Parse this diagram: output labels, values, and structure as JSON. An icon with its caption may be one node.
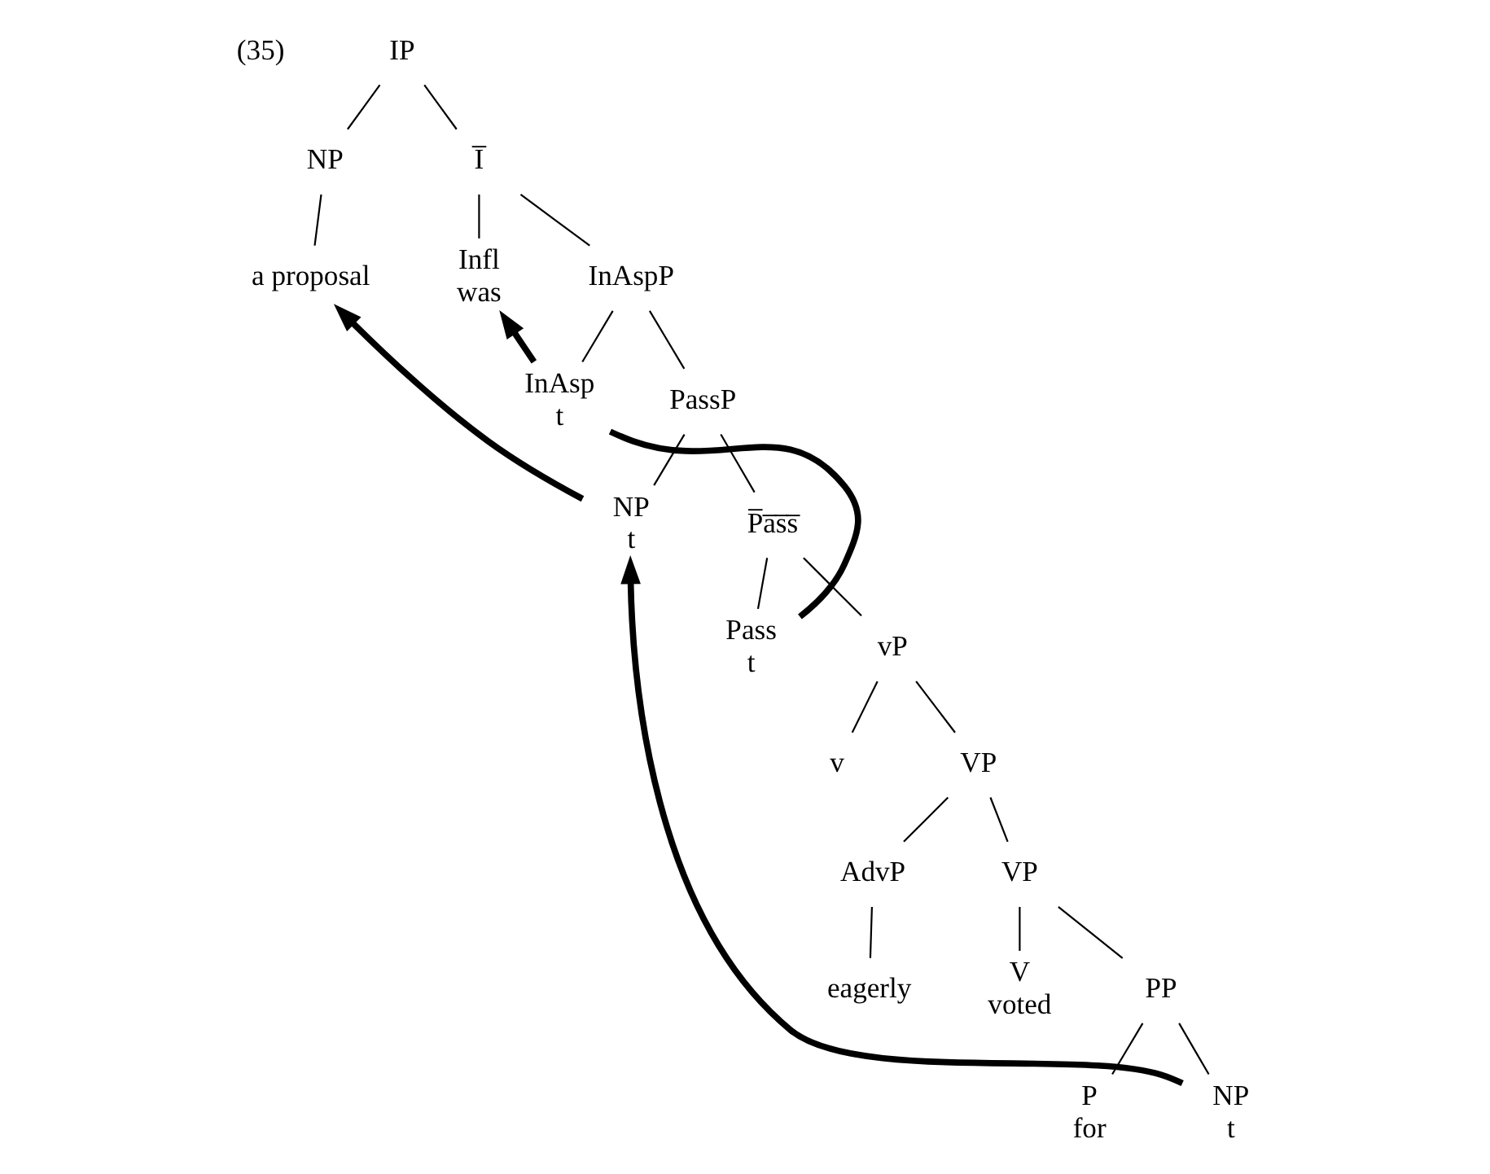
{
  "diagram": {
    "nodes": [
      {
        "text": [
          "IP"
        ]
      },
      {
        "text": [
          "NP"
        ]
      },
      {
        "text": [
          "a proposal"
        ]
      },
      {
        "text": [
          "I̅"
        ]
      },
      {
        "text": [
          "Infl",
          "was"
        ]
      },
      {
        "text": [
          "InAspP"
        ]
      },
      {
        "text": [
          "InAsp",
          "t"
        ]
      },
      {
        "text": [
          "PassP"
        ]
      },
      {
        "text": [
          "NP",
          "t"
        ]
      },
      {
        "text": [
          "P̅a̅s̅s̅"
        ]
      },
      {
        "text": [
          "Pass",
          "t"
        ]
      },
      {
        "text": [
          "vP"
        ]
      },
      {
        "text": [
          "v"
        ]
      },
      {
        "text": [
          "VP"
        ]
      },
      {
        "text": [
          "AdvP"
        ]
      },
      {
        "text": [
          "eagerly"
        ]
      },
      {
        "text": [
          "VP"
        ]
      },
      {
        "text": [
          "V",
          "voted"
        ]
      },
      {
        "text": [
          "PP"
        ]
      },
      {
        "text": [
          "P",
          "for"
        ]
      },
      {
        "text": [
          "NP",
          "t"
        ]
      }
    ],
    "edges": [
      {
        "from": 0,
        "to": 1,
        "arrow": "none"
      },
      {
        "from": 0,
        "to": 3,
        "arrow": "none"
      },
      {
        "from": 1,
        "to": 2,
        "arrow": "none"
      },
      {
        "from": 3,
        "to": 4,
        "arrow": "none"
      },
      {
        "from": 3,
        "to": 5,
        "arrow": "none"
      },
      {
        "from": 5,
        "to": 6,
        "arrow": "none"
      },
      {
        "from": 5,
        "to": 7,
        "arrow": "none"
      },
      {
        "from": 7,
        "to": 8,
        "arrow": "none"
      },
      {
        "from": 7,
        "to": 9,
        "arrow": "none"
      },
      {
        "from": 9,
        "to": 10,
        "arrow": "none"
      },
      {
        "from": 9,
        "to": 11,
        "arrow": "none"
      },
      {
        "from": 11,
        "to": 12,
        "arrow": "none"
      },
      {
        "from": 11,
        "to": 13,
        "arrow": "none"
      },
      {
        "from": 13,
        "to": 14,
        "arrow": "none"
      },
      {
        "from": 13,
        "to": 16,
        "arrow": "none"
      },
      {
        "from": 14,
        "to": 15,
        "arrow": "none"
      },
      {
        "from": 16,
        "to": 17,
        "arrow": "none"
      },
      {
        "from": 16,
        "to": 18,
        "arrow": "none"
      },
      {
        "from": 18,
        "to": 19,
        "arrow": "none"
      },
      {
        "from": 18,
        "to": 20,
        "arrow": "none"
      },
      {
        "from": 8,
        "to": 2,
        "arrow": "to",
        "style": "thick"
      },
      {
        "from": 6,
        "to": 4,
        "arrow": "to",
        "style": "thick"
      },
      {
        "from": 10,
        "to": 6,
        "arrow": "none",
        "style": "thick"
      },
      {
        "from": 20,
        "to": 8,
        "arrow": "to",
        "style": "thick"
      }
    ],
    "labels": [
      "(35)"
    ]
  }
}
